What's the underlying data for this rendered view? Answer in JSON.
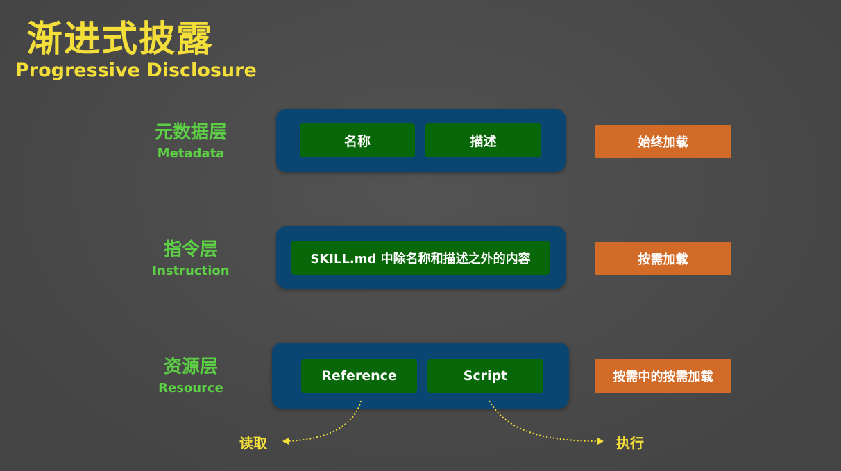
{
  "title": "渐进式披露",
  "subtitle": "Progressive Disclosure",
  "layers": [
    {
      "zh": "元数据层",
      "en": "Metadata",
      "items": [
        "名称",
        "描述"
      ],
      "load": "始终加载"
    },
    {
      "zh": "指令层",
      "en": "Instruction",
      "items": [
        "SKILL.md 中除名称和描述之外的内容"
      ],
      "load": "按需加载"
    },
    {
      "zh": "资源层",
      "en": "Resource",
      "items": [
        "Reference",
        "Script"
      ],
      "load": "按需中的按需加载"
    }
  ],
  "actions": {
    "read": "读取",
    "execute": "执行"
  },
  "colors": {
    "title": "#f4df3a",
    "label": "#5ccf45",
    "container": "#0b4572",
    "item": "#086708",
    "badge": "#d26a28"
  }
}
